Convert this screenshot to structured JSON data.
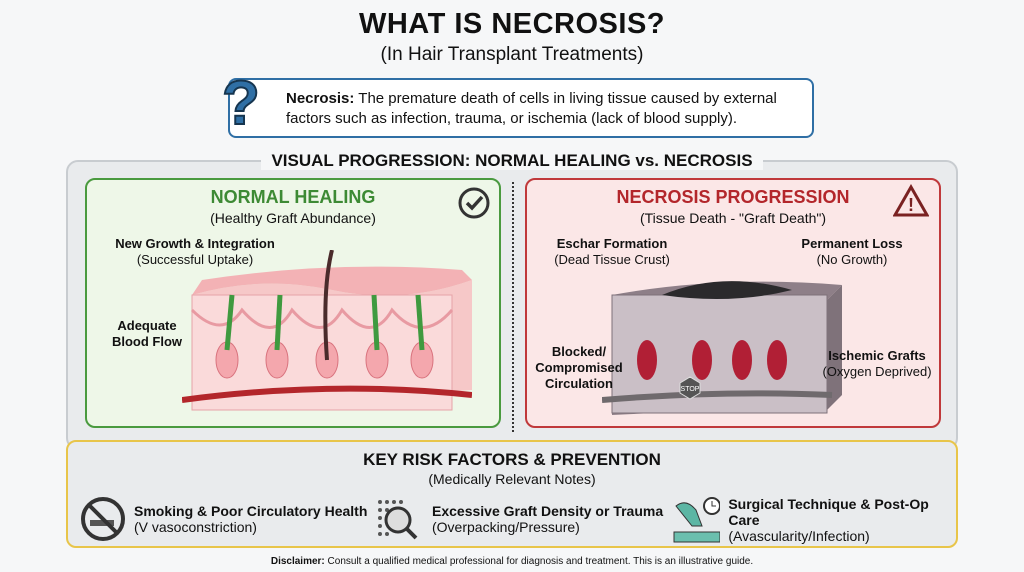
{
  "title": "WHAT IS NECROSIS?",
  "subtitle": "(In Hair Transplant Treatments)",
  "definition": {
    "term": "Necrosis:",
    "text": "The premature death of cells in living tissue caused by external factors such as infection, trauma, or ischemia (lack of blood supply)."
  },
  "section_title": "VISUAL PROGRESSION: NORMAL HEALING vs. NECROSIS",
  "normal": {
    "title": "NORMAL HEALING",
    "subtitle": "(Healthy Graft Abundance)",
    "labels": [
      {
        "bold": "New Growth & Integration",
        "text": "(Successful Uptake)"
      },
      {
        "bold": "Adequate Blood Flow",
        "text": ""
      }
    ]
  },
  "necrosis": {
    "title": "NECROSIS PROGRESSION",
    "subtitle": "(Tissue Death - \"Graft Death\")",
    "labels": [
      {
        "bold": "Eschar Formation",
        "text": "(Dead Tissue Crust)"
      },
      {
        "bold": "Permanent Loss",
        "text": "(No Growth)"
      },
      {
        "bold": "Blocked/ Compromised Circulation",
        "text": ""
      },
      {
        "bold": "Ischemic Grafts",
        "text": "(Oxygen Deprived)"
      }
    ],
    "stop_sign": "STOP"
  },
  "risk": {
    "title": "KEY RISK FACTORS & PREVENTION",
    "subtitle": "(Medically Relevant Notes)",
    "items": [
      {
        "title": "Smoking & Poor Circulatory Health",
        "note": "(V vasoconstriction)",
        "icon": "no-smoking-icon"
      },
      {
        "title": "Excessive Graft Density or Trauma",
        "note": "(Overpacking/Pressure)",
        "icon": "magnifier-dense-grafts-icon"
      },
      {
        "title": "Surgical Technique & Post-Op Care",
        "note": "(Avascularity/Infection)",
        "icon": "gloved-hand-scalpel-icon"
      }
    ]
  },
  "disclaimer": {
    "label": "Disclaimer:",
    "text": "Consult a qualified medical professional for diagnosis and treatment. This is an illustrative guide."
  },
  "colors": {
    "blue": "#2f6fa5",
    "green": "#4a9a3f",
    "red": "#c0393b",
    "yellow": "#e8c54a"
  }
}
